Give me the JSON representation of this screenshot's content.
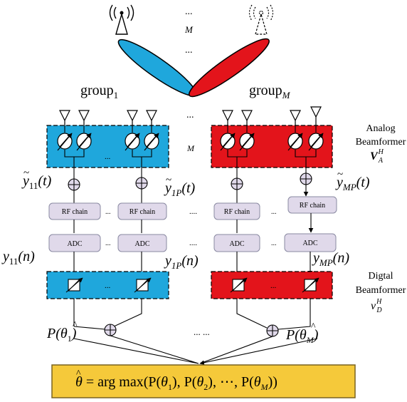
{
  "colors": {
    "group_left": "#1fa7dc",
    "group_right": "#e3141b",
    "module_fill": "#e0d9ea",
    "module_stroke": "#8a8aa2",
    "result_fill": "#f5c93a",
    "result_stroke": "#7a6320"
  },
  "icons": [
    "antenna-tower-icon",
    "antenna-tower-dashed-icon",
    "antenna-element-icon",
    "phase-shifter-icon",
    "summer-icon"
  ],
  "top": {
    "ellipsis_1": "...",
    "m_label": "M",
    "ellipsis_2": "..."
  },
  "groups": {
    "left": {
      "base": "group",
      "sub": "1"
    },
    "right": {
      "base": "group",
      "sub": "M"
    },
    "middle_ellipsis": "..."
  },
  "analog": {
    "label_line1": "Analog",
    "label_line2": "Beamformer",
    "matrix_base": "V",
    "matrix_sub": "A",
    "matrix_sup": "H",
    "inner_ellipsis": "...",
    "mid_m": "M",
    "mid_ellipsis": "..."
  },
  "signals": {
    "y11_t": {
      "base": "y",
      "sub": "11",
      "arg": "(t)"
    },
    "y1P_t": {
      "base": "y",
      "sub": "1P",
      "arg": "(t)"
    },
    "yMP_t": {
      "base": "y",
      "sub": "MP",
      "arg": "(t)"
    },
    "y11_n": {
      "base": "y",
      "sub": "11",
      "arg": "(n)"
    },
    "y1P_n": {
      "base": "y",
      "sub": "1P",
      "arg": "(n)"
    },
    "yMP_n": {
      "base": "y",
      "sub": "MP",
      "arg": "(n)"
    }
  },
  "modules": {
    "rf_chain": "RF chain",
    "adc": "ADC",
    "small_ellipsis": "...",
    "mid_ellipsis": "...."
  },
  "digital": {
    "label_line1": "Digtal",
    "label_line2": "Beamformer",
    "matrix_base": "v",
    "matrix_sub": "D",
    "matrix_sup": "H",
    "inner_ellipsis": "..."
  },
  "outputs": {
    "p1": {
      "fn": "P(",
      "var": "θ",
      "sub": "1",
      "close": ")"
    },
    "pM": {
      "fn": "P(",
      "var": "θ",
      "sub": "M",
      "close": ")"
    },
    "mid_ellipsis": "... ..."
  },
  "result": {
    "lhs": "θ",
    "eq": " = arg max(P(",
    "t1": "θ",
    "s1": "1",
    "c1": "),  P(",
    "t2": "θ",
    "s2": "2",
    "c2": "),  ⋯,  P(",
    "tM": "θ",
    "sM": "M",
    "cM": "))"
  }
}
